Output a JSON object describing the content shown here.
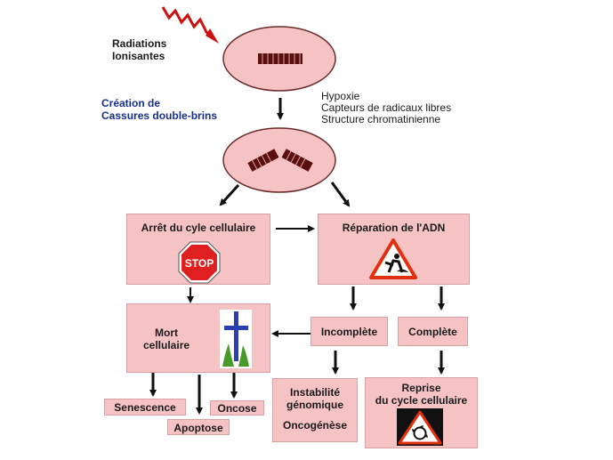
{
  "radiation_label": [
    "Radiations",
    "Ionisantes"
  ],
  "creation_label": [
    "Création de",
    "Cassures double-brins"
  ],
  "factors": [
    "Hypoxie",
    "Capteurs de radicaux libres",
    "Structure chromatinienne"
  ],
  "arret": {
    "title": "Arrêt du cyle cellulaire",
    "stop_sign": "STOP"
  },
  "reparation": {
    "title": "Réparation de l'ADN"
  },
  "mort": {
    "title": [
      "Mort",
      "cellulaire"
    ]
  },
  "incomplete": "Incomplète",
  "complete": "Complète",
  "outcomes": {
    "senescence": "Senescence",
    "oncose": "Oncose",
    "apoptose": "Apoptose"
  },
  "instabilite": {
    "title": [
      "Instabilité",
      "génomique"
    ],
    "sub": "Oncogénèse"
  },
  "reprise": {
    "title": [
      "Reprise",
      "du cycle cellulaire"
    ]
  },
  "colors": {
    "cell": "#f6c3c5",
    "box": "#f6c3c5",
    "label_blue": "#1a2f8c",
    "radiation": "#cc1111"
  }
}
